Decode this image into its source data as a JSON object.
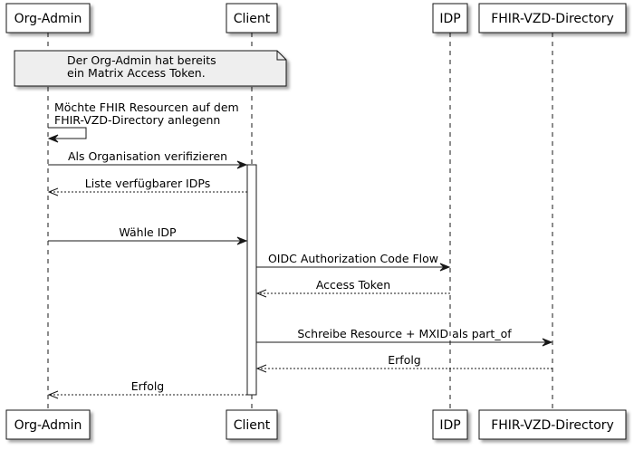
{
  "participants": [
    {
      "id": "org",
      "label": "Org-Admin"
    },
    {
      "id": "client",
      "label": "Client"
    },
    {
      "id": "idp",
      "label": "IDP"
    },
    {
      "id": "vzd",
      "label": "FHIR-VZD-Directory"
    }
  ],
  "note": {
    "over": [
      "org",
      "client"
    ],
    "lines": [
      "Der Org-Admin hat bereits",
      "ein Matrix Access Token."
    ]
  },
  "messages": [
    {
      "from": "org",
      "to": "org",
      "style": "solid",
      "lines": [
        "Möchte FHIR Resourcen auf dem",
        "FHIR-VZD-Directory anlegenn"
      ]
    },
    {
      "from": "org",
      "to": "client",
      "style": "solid",
      "lines": [
        "Als Organisation verifizieren"
      ]
    },
    {
      "from": "client",
      "to": "org",
      "style": "dashed",
      "lines": [
        "Liste verfügbarer IDPs"
      ]
    },
    {
      "from": "org",
      "to": "client",
      "style": "solid",
      "lines": [
        "Wähle IDP"
      ]
    },
    {
      "from": "client",
      "to": "idp",
      "style": "solid",
      "lines": [
        "OIDC Authorization Code Flow"
      ]
    },
    {
      "from": "idp",
      "to": "client",
      "style": "dashed",
      "lines": [
        "Access Token"
      ]
    },
    {
      "from": "client",
      "to": "vzd",
      "style": "solid",
      "lines": [
        "Schreibe Resource + MXID als part_of"
      ]
    },
    {
      "from": "vzd",
      "to": "client",
      "style": "dashed",
      "lines": [
        "Erfolg"
      ]
    },
    {
      "from": "client",
      "to": "org",
      "style": "dashed",
      "lines": [
        "Erfolg"
      ]
    }
  ],
  "activation": {
    "participant": "client",
    "from_message": 1,
    "to_message": 8
  },
  "colors": {
    "box_fill": "#FFFFFF",
    "box_stroke": "#181818",
    "note_fill": "#EEEEEE",
    "line": "#181818",
    "lifeline": "#181818"
  }
}
